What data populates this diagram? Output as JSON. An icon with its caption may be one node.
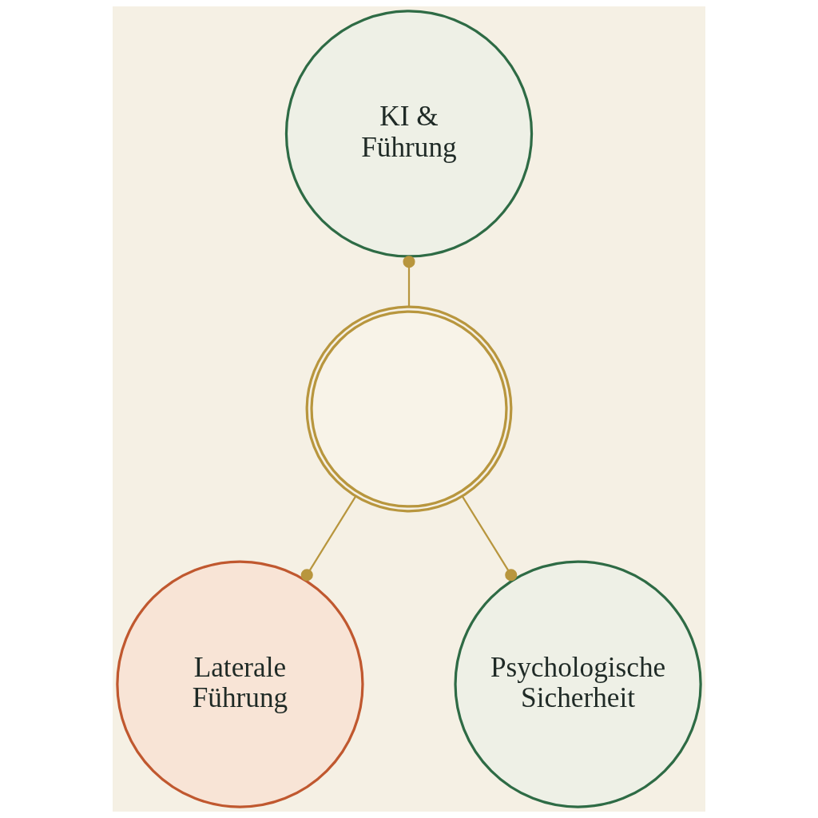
{
  "diagram": {
    "nodes": [
      {
        "text": [
          "KI & Führung"
        ]
      },
      {
        "text": [],
        "shape": "circle"
      },
      {
        "text": [
          "Laterale Führung"
        ]
      },
      {
        "text": [
          "Psychologische Sicherheit"
        ]
      }
    ],
    "edges": [
      {
        "from": 1,
        "to": 0,
        "arrow": "other"
      },
      {
        "from": 1,
        "to": 2,
        "arrow": "other"
      },
      {
        "from": 1,
        "to": 3,
        "arrow": "other"
      }
    ]
  }
}
